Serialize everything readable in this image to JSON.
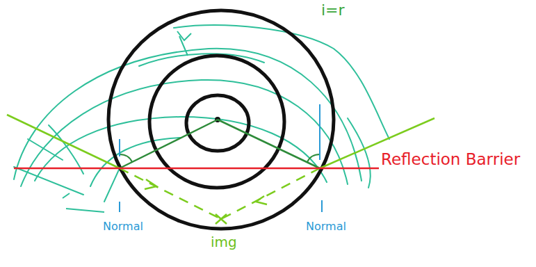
{
  "diagram": {
    "labels": [
      "i=r",
      "Reflection Barrier",
      "Normal",
      "Normal",
      "img"
    ]
  }
}
